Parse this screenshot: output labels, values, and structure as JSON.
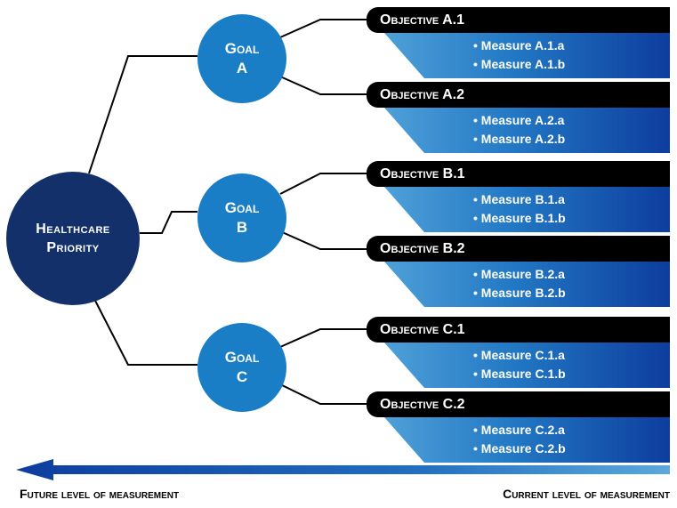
{
  "root": {
    "line1": "Healthcare",
    "line2": "Priority"
  },
  "goals": [
    {
      "line1": "Goal",
      "line2": "A"
    },
    {
      "line1": "Goal",
      "line2": "B"
    },
    {
      "line1": "Goal",
      "line2": "C"
    }
  ],
  "objectives": [
    {
      "label": "Objective A.1",
      "measures": [
        "• Measure A.1.a",
        "• Measure A.1.b"
      ]
    },
    {
      "label": "Objective A.2",
      "measures": [
        "• Measure A.2.a",
        "• Measure A.2.b"
      ]
    },
    {
      "label": "Objective B.1",
      "measures": [
        "• Measure B.1.a",
        "• Measure B.1.b"
      ]
    },
    {
      "label": "Objective B.2",
      "measures": [
        "• Measure B.2.a",
        "• Measure B.2.b"
      ]
    },
    {
      "label": "Objective C.1",
      "measures": [
        "• Measure C.1.a",
        "• Measure C.1.b"
      ]
    },
    {
      "label": "Objective C.2",
      "measures": [
        "• Measure C.2.a",
        "• Measure C.2.b"
      ]
    }
  ],
  "footer": {
    "future_label": "Future level of measurement",
    "current_label": "Current level of measurement"
  },
  "colors": {
    "root_fill": "#14306a",
    "goal_fill": "#1a7ec7",
    "objective_bar": "#000000",
    "measure_gradient_light": "#4fa0d8",
    "measure_gradient_dark": "#0d3d9e",
    "arrow": "#0d3d9e"
  }
}
